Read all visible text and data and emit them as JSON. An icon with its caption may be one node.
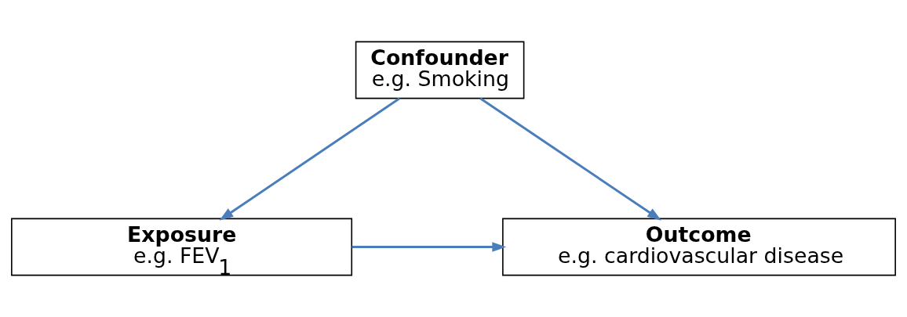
{
  "diagram": {
    "nodes": [
      {
        "text": [
          "Confounder",
          "e.g. Smoking"
        ]
      },
      {
        "text": [
          "Exposure",
          "e.g. FEV$_{1}$"
        ]
      },
      {
        "text": [
          "Outcome",
          "e.g. cardiovascular disease"
        ]
      }
    ],
    "edges": [
      {
        "from": 0,
        "to": 1,
        "arrow": "to"
      },
      {
        "from": 0,
        "to": 2,
        "arrow": "to"
      },
      {
        "from": 1,
        "to": 2,
        "arrow": "to"
      }
    ]
  }
}
